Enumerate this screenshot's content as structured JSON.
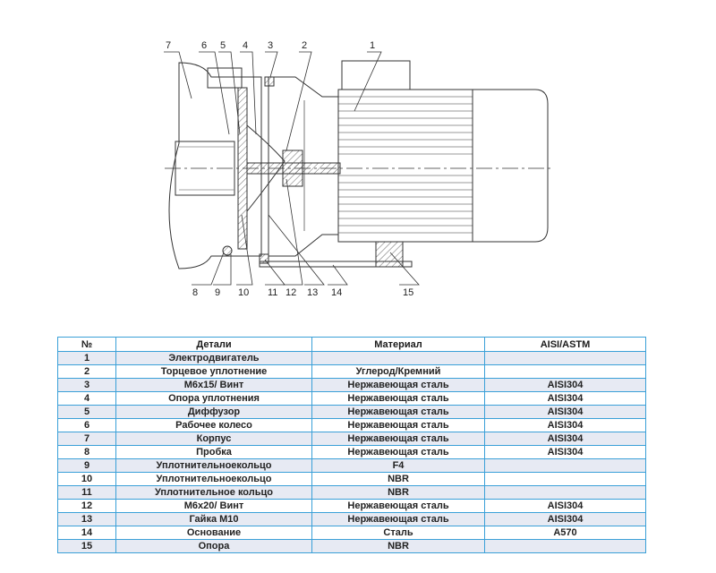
{
  "callouts_top": [
    "7",
    "6",
    "5",
    "4",
    "3",
    "2",
    "1"
  ],
  "callouts_bottom": [
    "8",
    "9",
    "10",
    "11",
    "12",
    "13",
    "14",
    "15"
  ],
  "table": {
    "headers": [
      "№",
      "Детали",
      "Материал",
      "AISI/ASTM"
    ],
    "rows": [
      [
        "1",
        "Электродвигатель",
        "",
        ""
      ],
      [
        "2",
        "Торцевое уплотнение",
        "Углерод/Кремний",
        ""
      ],
      [
        "3",
        "M6x15/ Винт",
        "Нержавеющая сталь",
        "AISI304"
      ],
      [
        "4",
        "Опора уплотнения",
        "Нержавеющая сталь",
        "AISI304"
      ],
      [
        "5",
        "Диффузор",
        "Нержавеющая сталь",
        "AISI304"
      ],
      [
        "6",
        "Рабочее колесо",
        "Нержавеющая сталь",
        "AISI304"
      ],
      [
        "7",
        "Корпус",
        "Нержавеющая сталь",
        "AISI304"
      ],
      [
        "8",
        "Пробка",
        "Нержавеющая сталь",
        "AISI304"
      ],
      [
        "9",
        "Уплотнительноекольцо",
        "F4",
        ""
      ],
      [
        "10",
        "Уплотнительноекольцо",
        "NBR",
        ""
      ],
      [
        "11",
        "Уплотнительное кольцо",
        "NBR",
        ""
      ],
      [
        "12",
        "M6x20/ Винт",
        "Нержавеющая сталь",
        "AISI304"
      ],
      [
        "13",
        "Гайка M10",
        "Нержавеющая сталь",
        "AISI304"
      ],
      [
        "14",
        "Основание",
        "Сталь",
        "A570"
      ],
      [
        "15",
        "Опора",
        "NBR",
        ""
      ]
    ]
  }
}
